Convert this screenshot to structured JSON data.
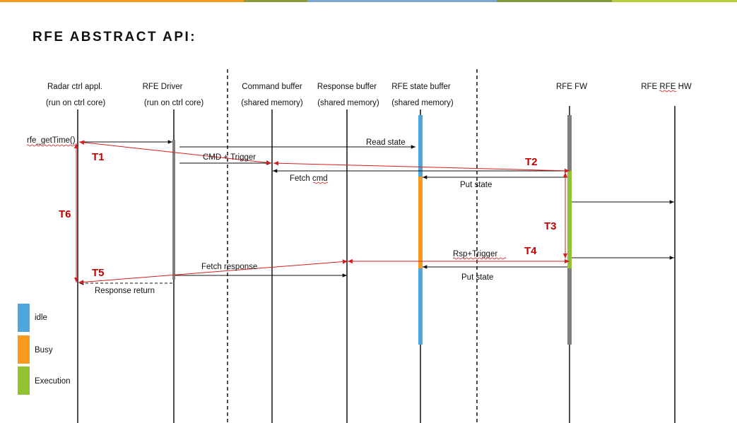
{
  "title": "RFE ABSTRACT API:",
  "colors": {
    "idle": "#4EA6DC",
    "busy": "#F79A1E",
    "execution": "#92C134",
    "dark_bar": "#7f7f7f",
    "arrow_black": "#111111",
    "arrow_red": "#d41f1f",
    "timing_label": "#c00000",
    "header_stripe": [
      "#F39B1D",
      "#8A9A3B",
      "#7BA9D2",
      "#7E9A3A",
      "#B5CE3C"
    ]
  },
  "lanes": [
    {
      "name": "Radar ctrl appl.",
      "sub": "(run on ctrl core)"
    },
    {
      "name": "RFE Driver",
      "sub": "(run on ctrl core)"
    },
    {
      "name": "Command buffer",
      "sub": "(shared memory)"
    },
    {
      "name": "Response buffer",
      "sub": "(shared memory)"
    },
    {
      "name": "RFE state buffer",
      "sub": "(shared memory)"
    },
    {
      "name": "RFE FW",
      "sub": ""
    },
    {
      "name": "RFE RFE HW",
      "sub": ""
    }
  ],
  "messages": {
    "call": "rfe_getTime()",
    "read_state": "Read state",
    "cmd_trigger": "CMD + Trigger",
    "fetch_cmd": "Fetch cmd",
    "put_state_1": "Put state",
    "rsp_trigger": "Rsp+Trigger",
    "fetch_response": "Fetch response",
    "put_state_2": "Put state",
    "response_return": "Response return"
  },
  "timings": {
    "t1": "T1",
    "t2": "T2",
    "t3": "T3",
    "t4": "T4",
    "t5": "T5",
    "t6": "T6"
  },
  "legend": [
    {
      "key": "idle",
      "label": "idle",
      "color": "#4EA6DC"
    },
    {
      "key": "busy",
      "label": "Busy",
      "color": "#F79A1E"
    },
    {
      "key": "execution",
      "label": "Execution",
      "color": "#92C134"
    }
  ]
}
